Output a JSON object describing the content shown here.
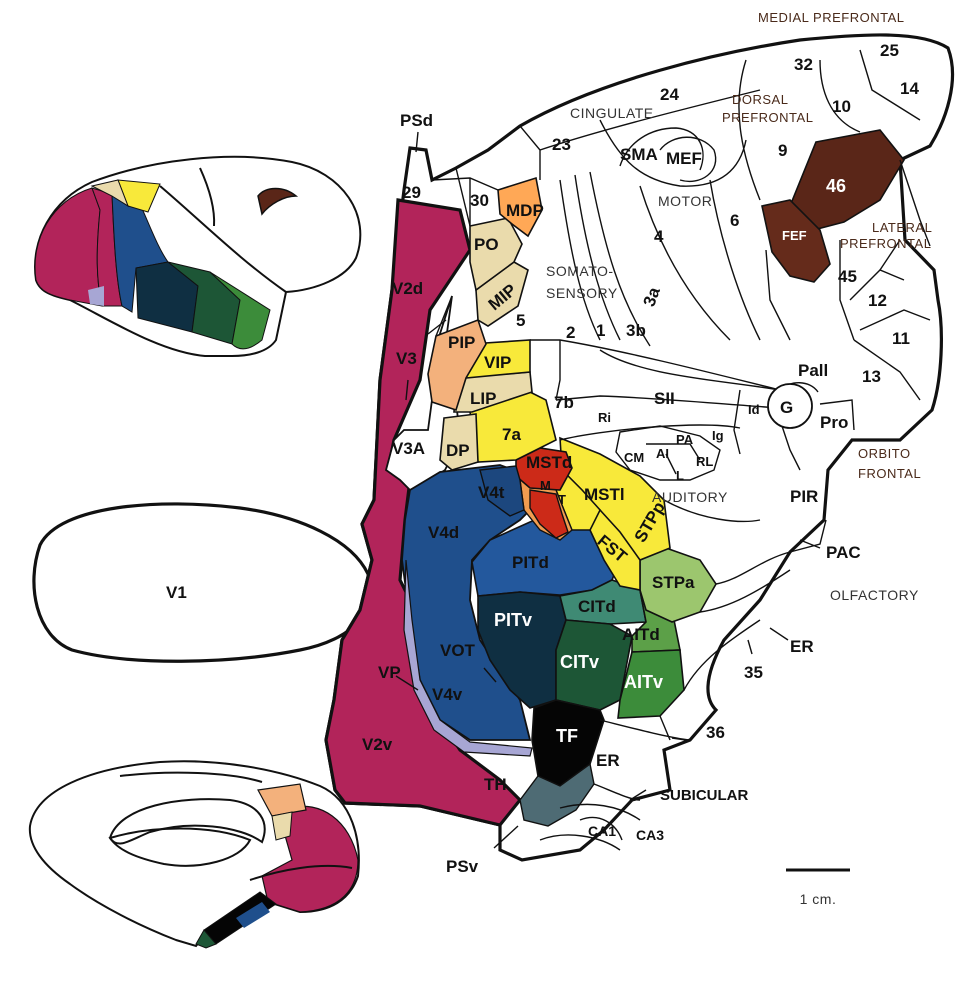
{
  "colors": {
    "v1": "#b2245a",
    "v4": "#1f4f8c",
    "pitv": "#0f2f42",
    "citv": "#1d5636",
    "aitv": "#3c8c3a",
    "citd": "#3f8a74",
    "aitd": "#5ca048",
    "stpa": "#9cc66e",
    "yellow": "#f8e93a",
    "orange": "#f19c50",
    "peach": "#f3b17c",
    "tan": "#eadbac",
    "red": "#cc2a18",
    "brown": "#5a2618",
    "lav": "#a7a6d4",
    "gray": "#4e6b74",
    "tf": "#050505"
  },
  "regions": {
    "medial_prefrontal": "MEDIAL PREFRONTAL",
    "cingulate": "CINGULATE",
    "dorsal_prefrontal_1": "DORSAL",
    "dorsal_prefrontal_2": "PREFRONTAL",
    "motor": "MOTOR",
    "lateral_prefrontal_1": "LATERAL",
    "lateral_prefrontal_2": "PREFRONTAL",
    "somatosensory_1": "SOMATO-",
    "somatosensory_2": "SENSORY",
    "auditory": "AUDITORY",
    "orbitofrontal_1": "ORBITO",
    "orbitofrontal_2": "FRONTAL",
    "olfactory": "OLFACTORY",
    "subicular": "SUBICULAR"
  },
  "areas": {
    "a25": "25",
    "a14": "14",
    "a32": "32",
    "a24": "24",
    "a10": "10",
    "a23": "23",
    "sma": "SMA",
    "mef": "MEF",
    "a9": "9",
    "a46": "46",
    "psd": "PSd",
    "a29": "29",
    "a30": "30",
    "mdp": "MDP",
    "po": "PO",
    "mip": "MIP",
    "a4": "4",
    "a6": "6",
    "fef": "FEF",
    "a45": "45",
    "a12": "12",
    "a11": "11",
    "a3a": "3a",
    "a5": "5",
    "a2": "2",
    "a1": "1",
    "a3b": "3b",
    "v2d": "V2d",
    "v3": "V3",
    "pip": "PIP",
    "vip": "VIP",
    "lip": "LIP",
    "a7b": "7b",
    "sii": "SII",
    "ri": "Ri",
    "id": "Id",
    "g": "G",
    "pall": "Pall",
    "a13": "13",
    "pro": "Pro",
    "v3a": "V3A",
    "dp": "DP",
    "a7a": "7a",
    "pa": "PA",
    "ig": "Ig",
    "cm": "CM",
    "ai": "AI",
    "rl": "RL",
    "l": "L",
    "mstd": "MSTd",
    "v4t": "V4t",
    "m": "M",
    "t": "T",
    "mstl": "MSTl",
    "stpp": "STPp",
    "pir": "PIR",
    "v4d": "V4d",
    "pitd": "PITd",
    "fst": "FST",
    "pac": "PAC",
    "stpa": "STPa",
    "v1": "V1",
    "citd": "CITd",
    "pitv": "PITv",
    "aitd": "AITd",
    "er": "ER",
    "vot": "VOT",
    "citv": "CITv",
    "vp": "VP",
    "v4v": "V4v",
    "aitv": "AITv",
    "a35": "35",
    "a36": "36",
    "v2v": "V2v",
    "tf": "TF",
    "er2": "ER",
    "th": "TH",
    "ca1": "CA1",
    "ca3": "CA3",
    "psv": "PSv"
  },
  "scale": {
    "label": "1 cm."
  }
}
